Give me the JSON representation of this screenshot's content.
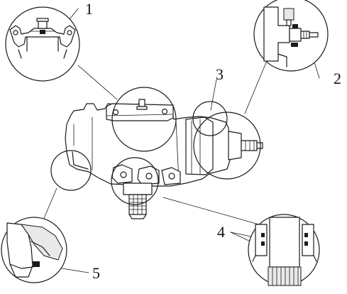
{
  "diagram": {
    "callouts": [
      {
        "id": "1",
        "text": "1"
      },
      {
        "id": "2",
        "text": "2"
      },
      {
        "id": "3",
        "text": "3"
      },
      {
        "id": "4",
        "text": "4"
      },
      {
        "id": "5",
        "text": "5"
      }
    ]
  },
  "colors": {
    "line": "#1a1a1a",
    "background": "#ffffff"
  }
}
